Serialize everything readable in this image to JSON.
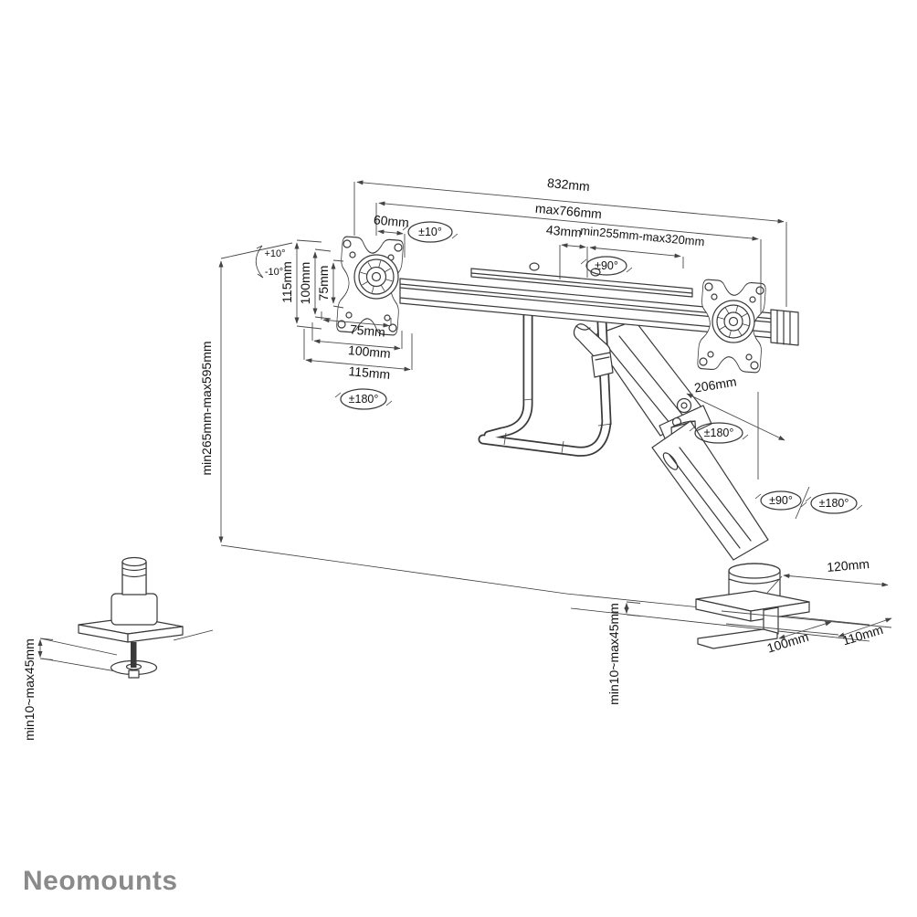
{
  "brand": {
    "logo_text": "Neomounts",
    "logo_color": "#8a8a8a"
  },
  "colors": {
    "line": "#3a3a3a",
    "dimension": "#4a4a4a",
    "text": "#111111",
    "background": "#ffffff",
    "logo": "#8a8a8a"
  },
  "dims": {
    "total_width": "832mm",
    "max_width": "max766mm",
    "end_offset": "60mm",
    "hub_offset": "43mm",
    "slide_range": "min255mm-max320mm",
    "arm_reach": "206mm",
    "height_range": "min265mm-max595mm",
    "vesa_v_115": "115mm",
    "vesa_v_100": "100mm",
    "vesa_v_75": "75mm",
    "vesa_h_75": "75mm",
    "vesa_h_100": "100mm",
    "vesa_h_115": "115mm",
    "base_depth": "120mm",
    "base_w_100": "100mm",
    "base_w_110": "110mm",
    "desk_thickness_grommet": "min10~max45mm",
    "desk_thickness_clamp": "min10~max45mm"
  },
  "rotations": {
    "tilt_up": "+10°",
    "tilt_down": "-10°",
    "crossbar_swivel": "±10°",
    "vesa_rotate": "±90°",
    "crossbar_rotate": "±180°",
    "elbow_rotate": "±180°",
    "base_swivel": "±90°",
    "base_rotate": "±180°"
  }
}
